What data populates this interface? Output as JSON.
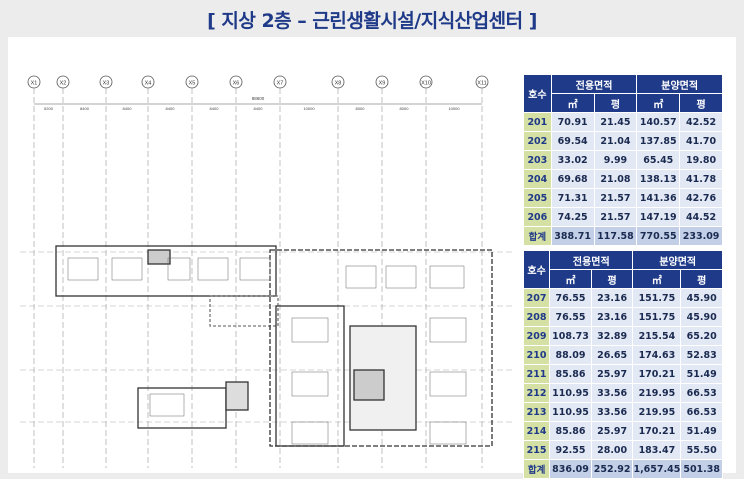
{
  "title": "[ 지상 2층 – 근린생활시설/지식산업센터 ]",
  "headers": {
    "unit": "호수",
    "exclusive": "전용면적",
    "sale": "분양면적",
    "sqm": "㎡",
    "pyeong": "평"
  },
  "table1": {
    "rows": [
      {
        "no": "201",
        "e_m2": "70.91",
        "e_py": "21.45",
        "s_m2": "140.57",
        "s_py": "42.52"
      },
      {
        "no": "202",
        "e_m2": "69.54",
        "e_py": "21.04",
        "s_m2": "137.85",
        "s_py": "41.70"
      },
      {
        "no": "203",
        "e_m2": "33.02",
        "e_py": "9.99",
        "s_m2": "65.45",
        "s_py": "19.80"
      },
      {
        "no": "204",
        "e_m2": "69.68",
        "e_py": "21.08",
        "s_m2": "138.13",
        "s_py": "41.78"
      },
      {
        "no": "205",
        "e_m2": "71.31",
        "e_py": "21.57",
        "s_m2": "141.36",
        "s_py": "42.76"
      },
      {
        "no": "206",
        "e_m2": "74.25",
        "e_py": "21.57",
        "s_m2": "147.19",
        "s_py": "44.52"
      }
    ],
    "total": {
      "no": "합계",
      "e_m2": "388.71",
      "e_py": "117.58",
      "s_m2": "770.55",
      "s_py": "233.09"
    }
  },
  "table2": {
    "rows": [
      {
        "no": "207",
        "e_m2": "76.55",
        "e_py": "23.16",
        "s_m2": "151.75",
        "s_py": "45.90"
      },
      {
        "no": "208",
        "e_m2": "76.55",
        "e_py": "23.16",
        "s_m2": "151.75",
        "s_py": "45.90"
      },
      {
        "no": "209",
        "e_m2": "108.73",
        "e_py": "32.89",
        "s_m2": "215.54",
        "s_py": "65.20"
      },
      {
        "no": "210",
        "e_m2": "88.09",
        "e_py": "26.65",
        "s_m2": "174.63",
        "s_py": "52.83"
      },
      {
        "no": "211",
        "e_m2": "85.86",
        "e_py": "25.97",
        "s_m2": "170.21",
        "s_py": "51.49"
      },
      {
        "no": "212",
        "e_m2": "110.95",
        "e_py": "33.56",
        "s_m2": "219.95",
        "s_py": "66.53"
      },
      {
        "no": "213",
        "e_m2": "110.95",
        "e_py": "33.56",
        "s_m2": "219.95",
        "s_py": "66.53"
      },
      {
        "no": "214",
        "e_m2": "85.86",
        "e_py": "25.97",
        "s_m2": "170.21",
        "s_py": "51.49"
      },
      {
        "no": "215",
        "e_m2": "92.55",
        "e_py": "28.00",
        "s_m2": "183.47",
        "s_py": "55.50"
      }
    ],
    "total": {
      "no": "합계",
      "e_m2": "836.09",
      "e_py": "252.92",
      "s_m2": "1,657.45",
      "s_py": "501.38"
    }
  },
  "plan": {
    "grid_labels": [
      "X1",
      "X2",
      "X3",
      "X4",
      "X5",
      "X6",
      "X7",
      "X8",
      "X9",
      "X10",
      "X11"
    ],
    "dims": [
      "5200",
      "8400",
      "8400",
      "8400",
      "8400",
      "8400",
      "10000",
      "8000",
      "8000",
      "10000"
    ],
    "total_dim": "88600"
  }
}
